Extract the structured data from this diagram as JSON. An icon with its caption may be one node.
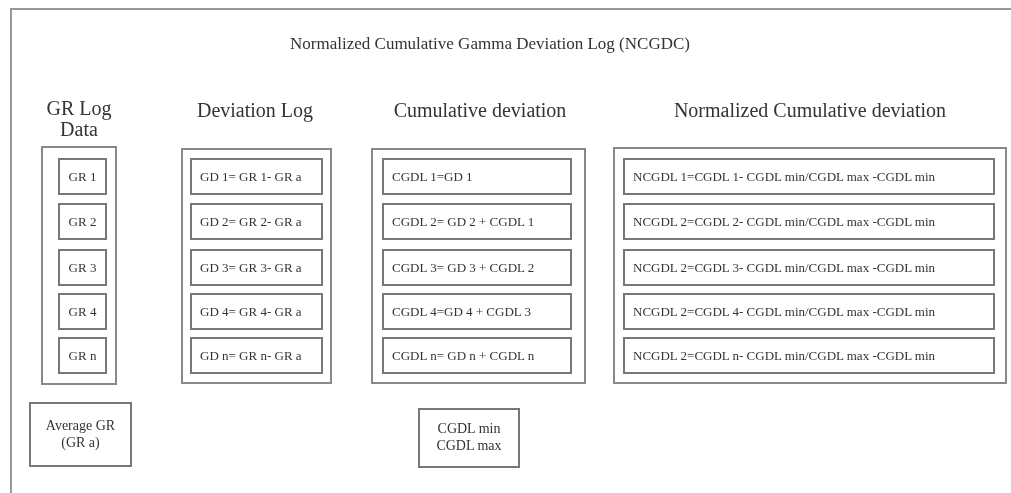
{
  "diagram": {
    "title": "Normalized Cumulative Gamma Deviation Log (NCGDC)",
    "nodes": [
      {
        "text": [
          "GR Log Data"
        ]
      },
      {
        "text": [
          "GR 1"
        ],
        "in": 0
      },
      {
        "text": [
          "GR 2"
        ],
        "in": 0
      },
      {
        "text": [
          "GR 3"
        ],
        "in": 0
      },
      {
        "text": [
          "GR 4"
        ],
        "in": 0
      },
      {
        "text": [
          "GR n"
        ],
        "in": 0
      },
      {
        "text": [
          "Average GR (GR a)"
        ]
      },
      {
        "text": [
          "Deviation Log"
        ]
      },
      {
        "text": [
          "GD 1= GR 1- GR a"
        ],
        "in": 7
      },
      {
        "text": [
          "GD 2= GR 2- GR a"
        ],
        "in": 7
      },
      {
        "text": [
          "GD 3= GR 3- GR a"
        ],
        "in": 7
      },
      {
        "text": [
          "GD 4= GR 4- GR a"
        ],
        "in": 7
      },
      {
        "text": [
          "GD n= GR n- GR a"
        ],
        "in": 7
      },
      {
        "text": [
          "Cumulative deviation"
        ]
      },
      {
        "text": [
          "CGDL 1=GD 1"
        ],
        "in": 13
      },
      {
        "text": [
          "CGDL 2= GD 2 + CGDL 1"
        ],
        "in": 13
      },
      {
        "text": [
          "CGDL 3= GD 3 + CGDL 2"
        ],
        "in": 13
      },
      {
        "text": [
          "CGDL 4=GD 4 + CGDL 3"
        ],
        "in": 13
      },
      {
        "text": [
          "CGDL n= GD n + CGDL n"
        ],
        "in": 13
      },
      {
        "text": [
          "CGDL min CGDL max"
        ]
      },
      {
        "text": [
          "Normalized Cumulative deviation"
        ]
      },
      {
        "text": [
          "NCGDL 1=CGDL 1- CGDL min/CGDL max -CGDL min"
        ],
        "in": 20
      },
      {
        "text": [
          "NCGDL 2=CGDL 2- CGDL min/CGDL max -CGDL min"
        ],
        "in": 20
      },
      {
        "text": [
          "NCGDL 2=CGDL 3- CGDL min/CGDL max -CGDL min"
        ],
        "in": 20
      },
      {
        "text": [
          "NCGDL 2=CGDL 4- CGDL min/CGDL max -CGDL min"
        ],
        "in": 20
      },
      {
        "text": [
          "NCGDL 2=CGDL n- CGDL min/CGDL max -CGDL min"
        ],
        "in": 20
      }
    ],
    "edges": []
  }
}
